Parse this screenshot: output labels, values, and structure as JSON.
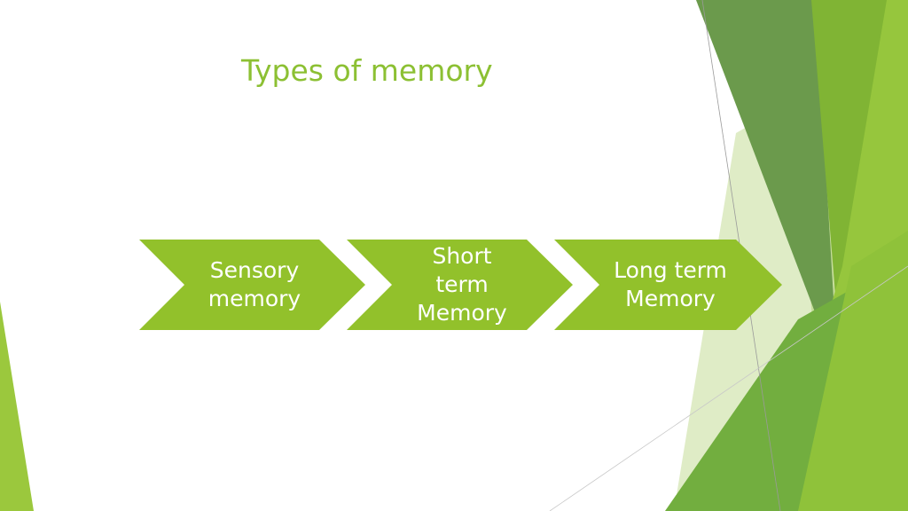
{
  "slide": {
    "title": "Types of memory"
  },
  "colors": {
    "title": "#8cc033",
    "chevron_fill": "#92c12b",
    "chevron_text": "#ffffff",
    "background": "#ffffff",
    "deco_dark": "#6a9a4a",
    "deco_mid": "#7fb530",
    "deco_light": "#d8e8b8"
  },
  "process": {
    "steps": [
      {
        "label": "Sensory memory"
      },
      {
        "label": "Short term Memory"
      },
      {
        "label": "Long term Memory"
      }
    ]
  }
}
